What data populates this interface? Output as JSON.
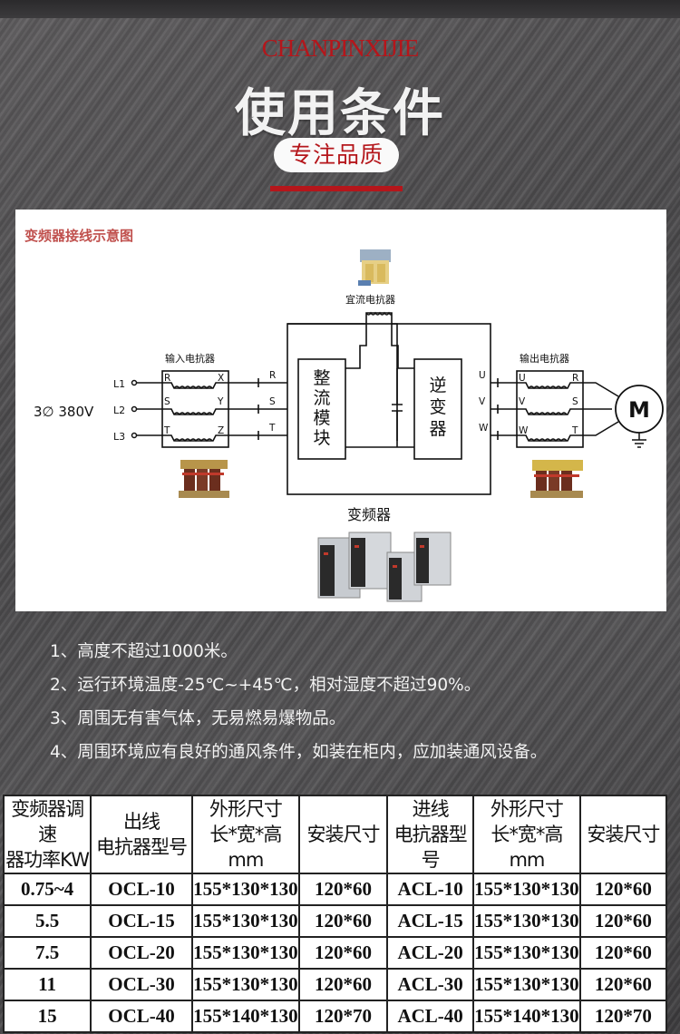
{
  "header": {
    "en_title": "CHANPINXIJIE",
    "title": "使用条件",
    "pill": "专注品质",
    "accent_color": "#b5161b"
  },
  "diagram": {
    "title": "变频器接线示意图",
    "supply_label": "3∅ 380V",
    "input_lines": [
      "L1",
      "L2",
      "L3"
    ],
    "input_reactor": {
      "label": "输入电抗器",
      "in_terminals": [
        "R",
        "S",
        "T"
      ],
      "out_terminals": [
        "X",
        "Y",
        "Z"
      ]
    },
    "vfd_input_terminals": [
      "R",
      "S",
      "T"
    ],
    "dc_reactor_label": "宜流电抗器",
    "rectifier_label": [
      "整",
      "流",
      "模",
      "块"
    ],
    "inverter_label": [
      "逆",
      "变",
      "器"
    ],
    "vfd_output_terminals": [
      "U",
      "V",
      "W"
    ],
    "output_reactor": {
      "label": "输出电抗器",
      "in_terminals": [
        "U",
        "V",
        "W"
      ],
      "out_terminals": [
        "R",
        "S",
        "T"
      ]
    },
    "motor_label": "M",
    "vfd_label": "变频器"
  },
  "conditions": [
    "1、高度不超过1000米。",
    "2、运行环境温度-25℃~+45℃，相对湿度不超过90%。",
    "3、周围无有害气体，无易燃易爆物品。",
    "4、周围环境应有良好的通风条件，如装在柜内，应加装通风设备。"
  ],
  "table": {
    "headers": [
      [
        "变频器调速",
        "器功率KW"
      ],
      [
        "出线",
        "电抗器型号"
      ],
      [
        "外形尺寸",
        "长*宽*高 mm"
      ],
      [
        "安装尺寸"
      ],
      [
        "进线",
        "电抗器型号"
      ],
      [
        "外形尺寸",
        "长*宽*高 mm"
      ],
      [
        "安装尺寸"
      ]
    ],
    "rows": [
      [
        "0.75~4",
        "OCL-10",
        "155*130*130",
        "120*60",
        "ACL-10",
        "155*130*130",
        "120*60"
      ],
      [
        "5.5",
        "OCL-15",
        "155*130*130",
        "120*60",
        "ACL-15",
        "155*130*130",
        "120*60"
      ],
      [
        "7.5",
        "OCL-20",
        "155*130*130",
        "120*60",
        "ACL-20",
        "155*130*130",
        "120*60"
      ],
      [
        "11",
        "OCL-30",
        "155*130*130",
        "120*60",
        "ACL-30",
        "155*130*130",
        "120*60"
      ],
      [
        "15",
        "OCL-40",
        "155*140*130",
        "120*70",
        "ACL-40",
        "155*140*130",
        "120*70"
      ]
    ]
  }
}
